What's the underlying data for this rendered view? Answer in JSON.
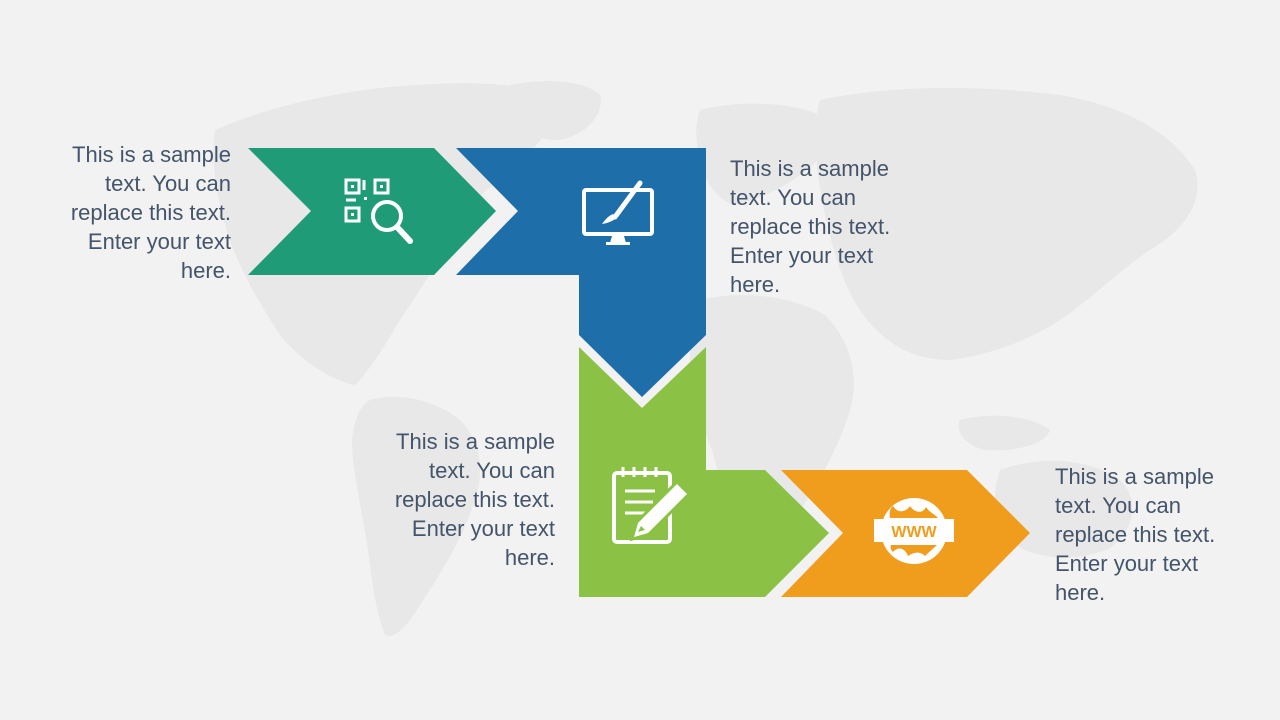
{
  "colors": {
    "background": "#f2f2f2",
    "map": "#e7e7e7",
    "step1": "#1f9b78",
    "step2": "#1d6ea9",
    "step3": "#8bc145",
    "step4": "#f09d1e",
    "text": "#44546a",
    "icon": "#ffffff"
  },
  "steps": [
    {
      "id": 1,
      "icon": "qr-code-search-icon",
      "text_lines": [
        "This is a sample",
        "text. You can",
        "replace this text.",
        "Enter your text",
        "here."
      ]
    },
    {
      "id": 2,
      "icon": "monitor-paintbrush-icon",
      "text_lines": [
        "This is a sample",
        "text. You can",
        "replace this text.",
        "Enter your text",
        "here."
      ]
    },
    {
      "id": 3,
      "icon": "notepad-pencil-icon",
      "text_lines": [
        "This is a sample",
        "text. You can",
        "replace this text.",
        "Enter your text",
        "here."
      ]
    },
    {
      "id": 4,
      "icon": "www-globe-icon",
      "icon_label": "WWW",
      "text_lines": [
        "This is a sample",
        "text. You can",
        "replace this text.",
        "Enter your text",
        "here."
      ]
    }
  ]
}
